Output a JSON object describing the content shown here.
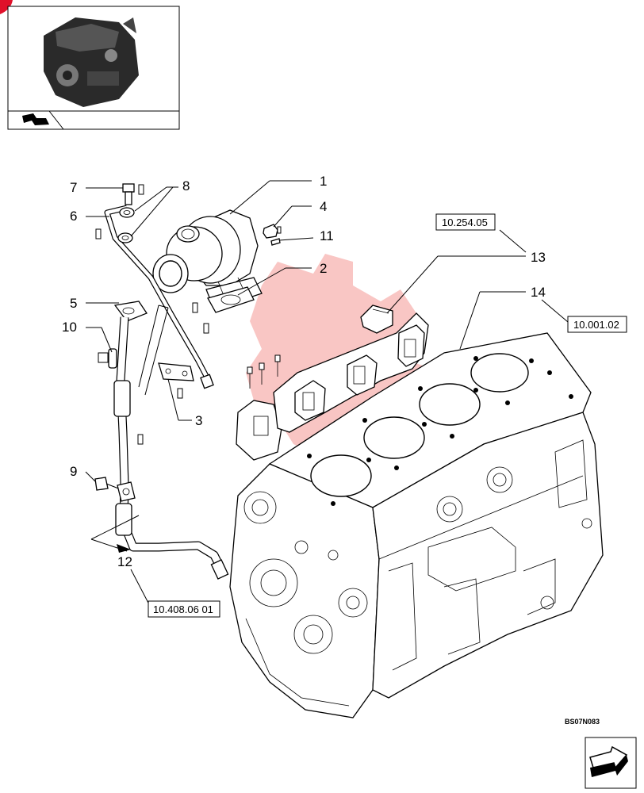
{
  "diagram": {
    "callouts": [
      {
        "id": "c1",
        "label": "1"
      },
      {
        "id": "c2",
        "label": "2"
      },
      {
        "id": "c3",
        "label": "3"
      },
      {
        "id": "c4",
        "label": "4"
      },
      {
        "id": "c5",
        "label": "5"
      },
      {
        "id": "c6",
        "label": "6"
      },
      {
        "id": "c7",
        "label": "7"
      },
      {
        "id": "c8",
        "label": "8"
      },
      {
        "id": "c9",
        "label": "9"
      },
      {
        "id": "c10",
        "label": "10"
      },
      {
        "id": "c11",
        "label": "11"
      },
      {
        "id": "c12",
        "label": "12"
      },
      {
        "id": "c13",
        "label": "13"
      },
      {
        "id": "c14",
        "label": "14"
      }
    ],
    "references": {
      "r13": "10.254.05",
      "r14": "10.001.02",
      "r12": "10.408.06 01"
    },
    "drawing_code": "BS07N083"
  },
  "icons": {
    "thumbnail": "engine-thumbnail-icon",
    "back": "back-arrow-icon",
    "next": "next-arrow-icon",
    "corner": "red-corner-marker-icon"
  },
  "colors": {
    "watermark": "#e8322b",
    "corner": "#e0102a"
  }
}
